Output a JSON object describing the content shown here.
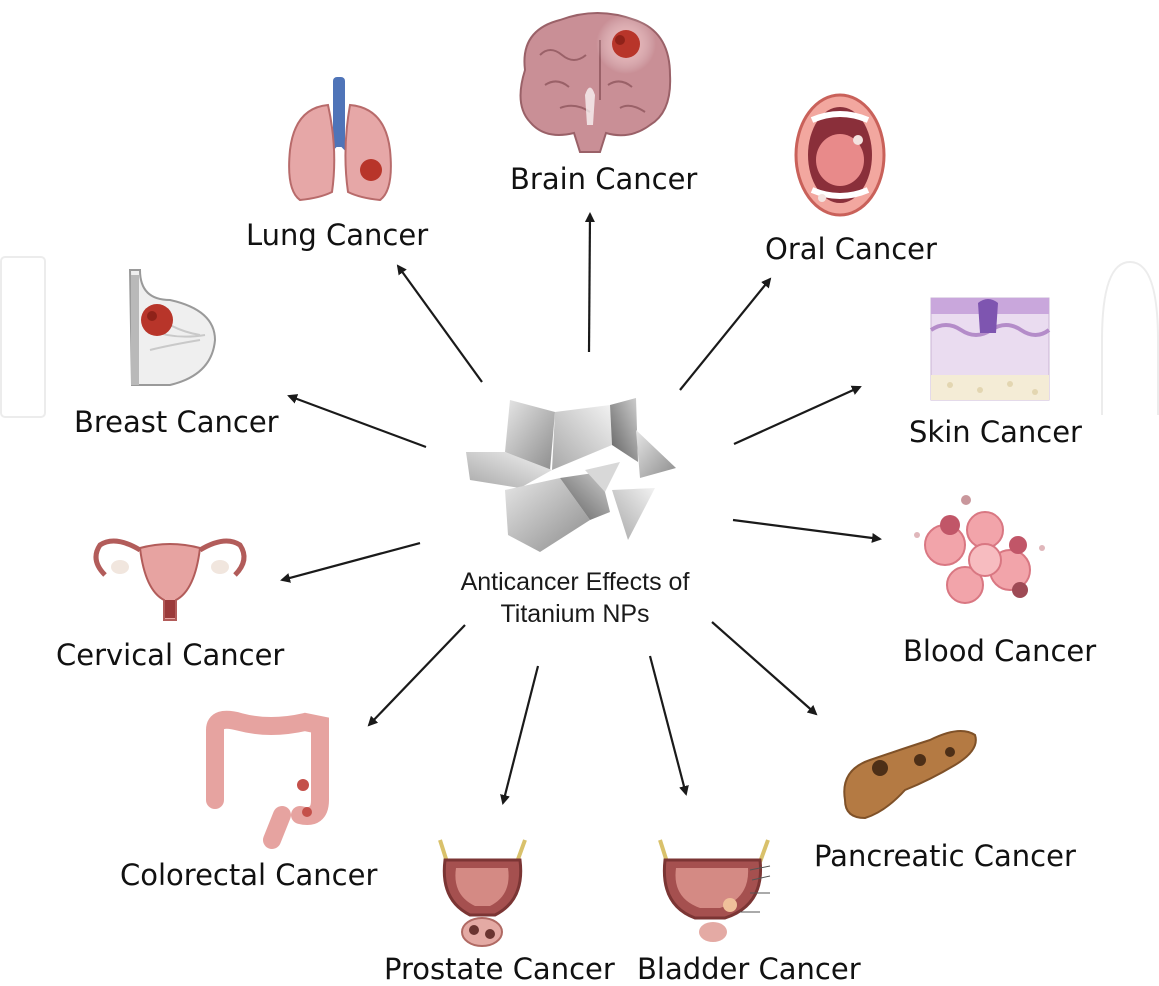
{
  "center": {
    "title_line1": "Anticancer Effects of",
    "title_line2": "Titanium NPs"
  },
  "cancers": {
    "brain": "Brain Cancer",
    "lung": "Lung Cancer",
    "oral": "Oral Cancer",
    "breast": "Breast Cancer",
    "skin": "Skin Cancer",
    "cervical": "Cervical Cancer",
    "blood": "Blood Cancer",
    "colorectal": "Colorectal Cancer",
    "pancreatic": "Pancreatic Cancer",
    "prostate": "Prostate Cancer",
    "bladder": "Bladder Cancer"
  },
  "colors": {
    "arrow": "#1a1a1a",
    "tissue_pink": "#e8a0a0",
    "tumor_red": "#b8352a",
    "bladder_wall": "#a5504f",
    "nanoparticle_gray": "#9a9a9a"
  }
}
